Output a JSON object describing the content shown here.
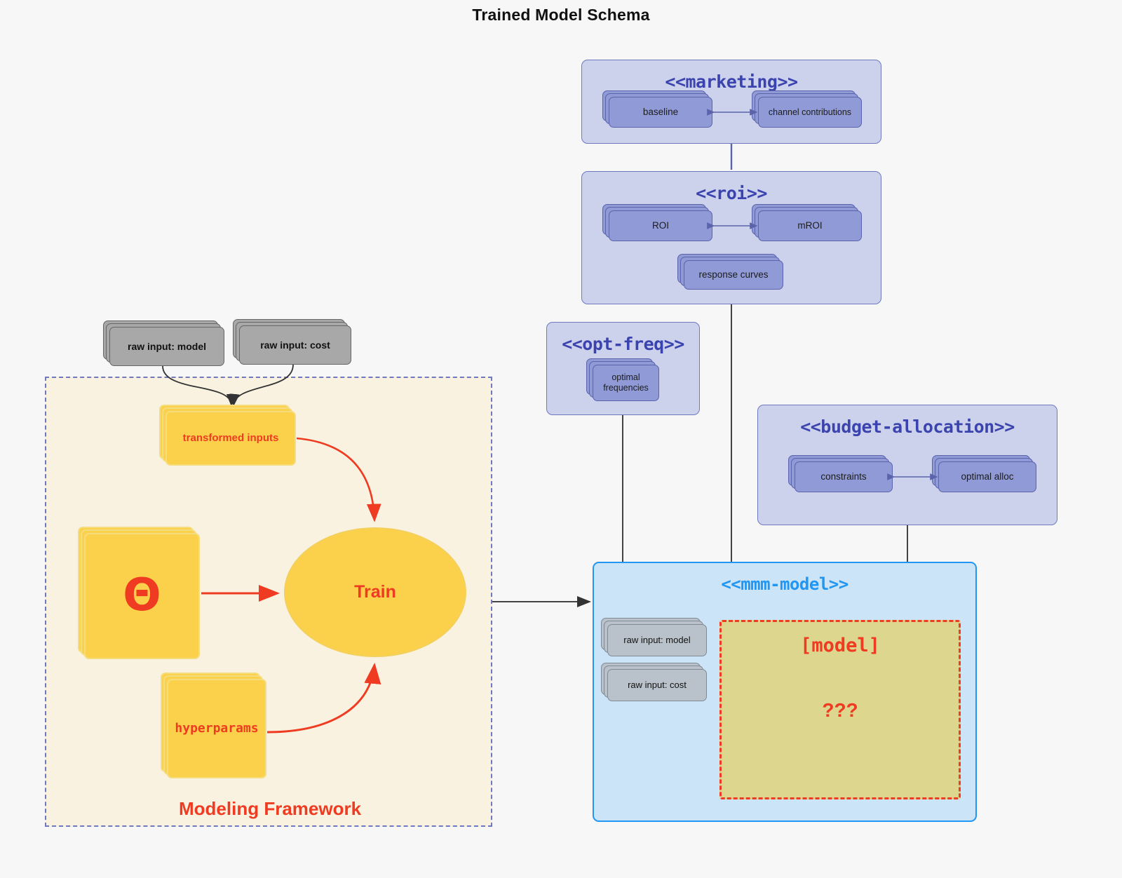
{
  "title": "Trained Model Schema",
  "colors": {
    "background": "#f7f7f7",
    "package_fill": "#ccd1ec",
    "package_border": "#6f79c0",
    "package_title": "#3b44ae",
    "node_purple_fill": "#8f9ad6",
    "node_purple_border": "#5b63ab",
    "node_gray_fill": "#a8a8a8",
    "node_gray_border": "#666666",
    "node_gray_small_fill": "#b9c2ca",
    "yellow_fill": "#fbd14b",
    "yellow_border": "#f5dd7d",
    "accent_red": "#ef3b21",
    "mmm_fill": "#cce4f7",
    "mmm_border": "#2196f3",
    "frame_fill": "#faf2e0",
    "model_box_fill": "#ddd68e"
  },
  "framework": {
    "label": "Modeling Framework",
    "raw_inputs": [
      {
        "label": "raw input: model"
      },
      {
        "label": "raw input: cost"
      }
    ],
    "transformed_inputs": {
      "label": "transformed inputs"
    },
    "theta": {
      "label": "Θ"
    },
    "hyperparams": {
      "label": "hyperparams"
    },
    "train": {
      "label": "Train"
    }
  },
  "packages": [
    {
      "id": "marketing",
      "title": "<<marketing>>",
      "nodes": [
        {
          "label": "baseline"
        },
        {
          "label": "channel contributions"
        }
      ],
      "relation": "bidirectional"
    },
    {
      "id": "roi",
      "title": "<<roi>>",
      "nodes": [
        {
          "label": "ROI"
        },
        {
          "label": "mROI"
        },
        {
          "label": "response curves"
        }
      ],
      "relation": "bidirectional"
    },
    {
      "id": "opt-freq",
      "title": "<<opt-freq>>",
      "nodes": [
        {
          "label": "optimal\nfrequencies"
        }
      ],
      "relation": "none"
    },
    {
      "id": "budget-allocation",
      "title": "<<budget-allocation>>",
      "nodes": [
        {
          "label": "constraints"
        },
        {
          "label": "optimal alloc"
        }
      ],
      "relation": "bidirectional"
    },
    {
      "id": "mmm-model",
      "title": "<<mmm-model>>",
      "nodes": [
        {
          "label": "raw input: model"
        },
        {
          "label": "raw input: cost"
        }
      ],
      "model_box": {
        "title": "[model]",
        "unknown": "???"
      }
    }
  ],
  "labels": {
    "marketing_title": "<<marketing>>",
    "marketing_baseline": "baseline",
    "marketing_channel": "channel contributions",
    "roi_title": "<<roi>>",
    "roi_roi": "ROI",
    "roi_mroi": "mROI",
    "roi_curves": "response curves",
    "optfreq_title": "<<opt-freq>>",
    "optfreq_node": "optimal frequencies",
    "budget_title": "<<budget-allocation>>",
    "budget_constraints": "constraints",
    "budget_alloc": "optimal alloc",
    "mmm_title": "<<mmm-model>>",
    "mmm_raw_model": "raw input: model",
    "mmm_raw_cost": "raw input: cost",
    "model_title": "[model]",
    "model_unknown": "???",
    "raw_model": "raw input: model",
    "raw_cost": "raw input: cost",
    "transformed_inputs": "transformed inputs",
    "theta": "Θ",
    "hyperparams": "hyperparams",
    "train": "Train",
    "framework": "Modeling Framework"
  }
}
